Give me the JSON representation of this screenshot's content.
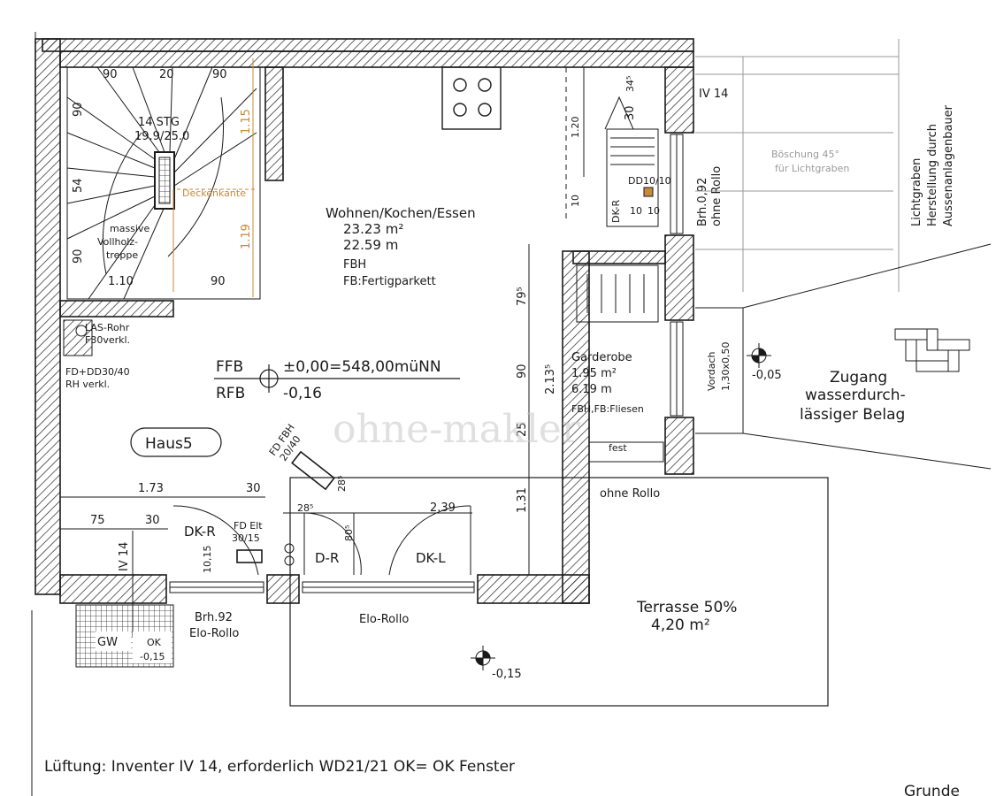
{
  "stair": {
    "dim_top": [
      "90",
      "20",
      "90"
    ],
    "dim_left": [
      "90",
      "54",
      "90"
    ],
    "dim_bottom": [
      "1.10",
      "90"
    ],
    "steps": "14 STG",
    "ratio": "19.9/25.0",
    "material": [
      "massive",
      "Vollholz-",
      "treppe"
    ],
    "ceiling_edge": "Deckenkante",
    "dim_right": [
      "1.15",
      "1.19"
    ]
  },
  "room_living": {
    "name": "Wohnen/Kochen/Essen",
    "area": "23.23  m²",
    "perimeter": "22.59  m",
    "heating": "FBH",
    "floor": "FB:Fertigparkett"
  },
  "room_wardrobe": {
    "name": "Garderobe",
    "area": "1.95  m²",
    "perimeter": "6.19  m",
    "floor": "FBH,FB:Fliesen",
    "window": "fest"
  },
  "levels": {
    "ffb_label": "FFB",
    "ffb_value": "±0,00=548,00müNN",
    "rfb_label": "RFB",
    "rfb_value": "-0,16"
  },
  "house_tag": "Haus5",
  "shaft": {
    "line1": "LAS-Rohr",
    "line2": "F30verkl."
  },
  "shaft_note": {
    "line1": "FD+DD30/40",
    "line2": "RH  verkl."
  },
  "inventer_top": "IV 14",
  "inventer_left": "IV 14",
  "dims": {
    "d30_top": "30",
    "d345": "34⁵",
    "d120": "1.20",
    "d10a": "10",
    "d10b": "10",
    "d10c": "10",
    "d795": "79⁵",
    "d213": "2.13⁵",
    "d90": "90",
    "d25": "25",
    "d131": "1.31",
    "d173": "1.73",
    "d30b": "30",
    "d75": "75",
    "d30c": "30",
    "d285a": "28⁵",
    "d285b": "28⁵",
    "d805": "80⁵",
    "d239": "2.39",
    "d1015": "10,15"
  },
  "doors": {
    "dkr_left": "DK-R",
    "dr": "D-R",
    "dkl": "DK-L",
    "dkr_bath": "DK-R"
  },
  "fd_fbh": {
    "line1": "FD FBH",
    "line2": "20/40"
  },
  "fd_elt": {
    "line1": "FD Elt",
    "line2": "30/15"
  },
  "dd1010": "DD10/10",
  "window_right": {
    "line1": "Brh.0,92",
    "line2": "ohne Rollo"
  },
  "ohne_rollo": "ohne Rollo",
  "window_bottom": {
    "line1": "Brh.92",
    "line2": "Elo-Rollo"
  },
  "elo_rollo": "Elo-Rollo",
  "gw": "GW",
  "ok_marker": {
    "line1": "OK",
    "line2": "-0,15"
  },
  "light_well": {
    "slope1": "Böschung 45°",
    "slope2": "für Lichtgraben",
    "text1": "Lichtgraben",
    "text2": "Herstellung durch",
    "text3": "Aussenanlagenbauer"
  },
  "canopy": {
    "line1": "Vordach",
    "line2": "1,30x0,50"
  },
  "level_access": "-0,05",
  "access": {
    "line1": "Zugang",
    "line2": "wasserdurch-",
    "line3": "lässiger Belag"
  },
  "terrace": {
    "name": "Terrasse  50%",
    "area": "4,20  m²"
  },
  "level_terrace": "-0,15",
  "footer_note": "Lüftung:  Inventer  IV 14,  erforderlich  WD21/21  OK=  OK  Fenster",
  "corner_text": "Grunde",
  "watermark": "ohne-makler",
  "colors": {
    "line": "#1a1a1a",
    "accent_orange": "#c88a3a"
  }
}
